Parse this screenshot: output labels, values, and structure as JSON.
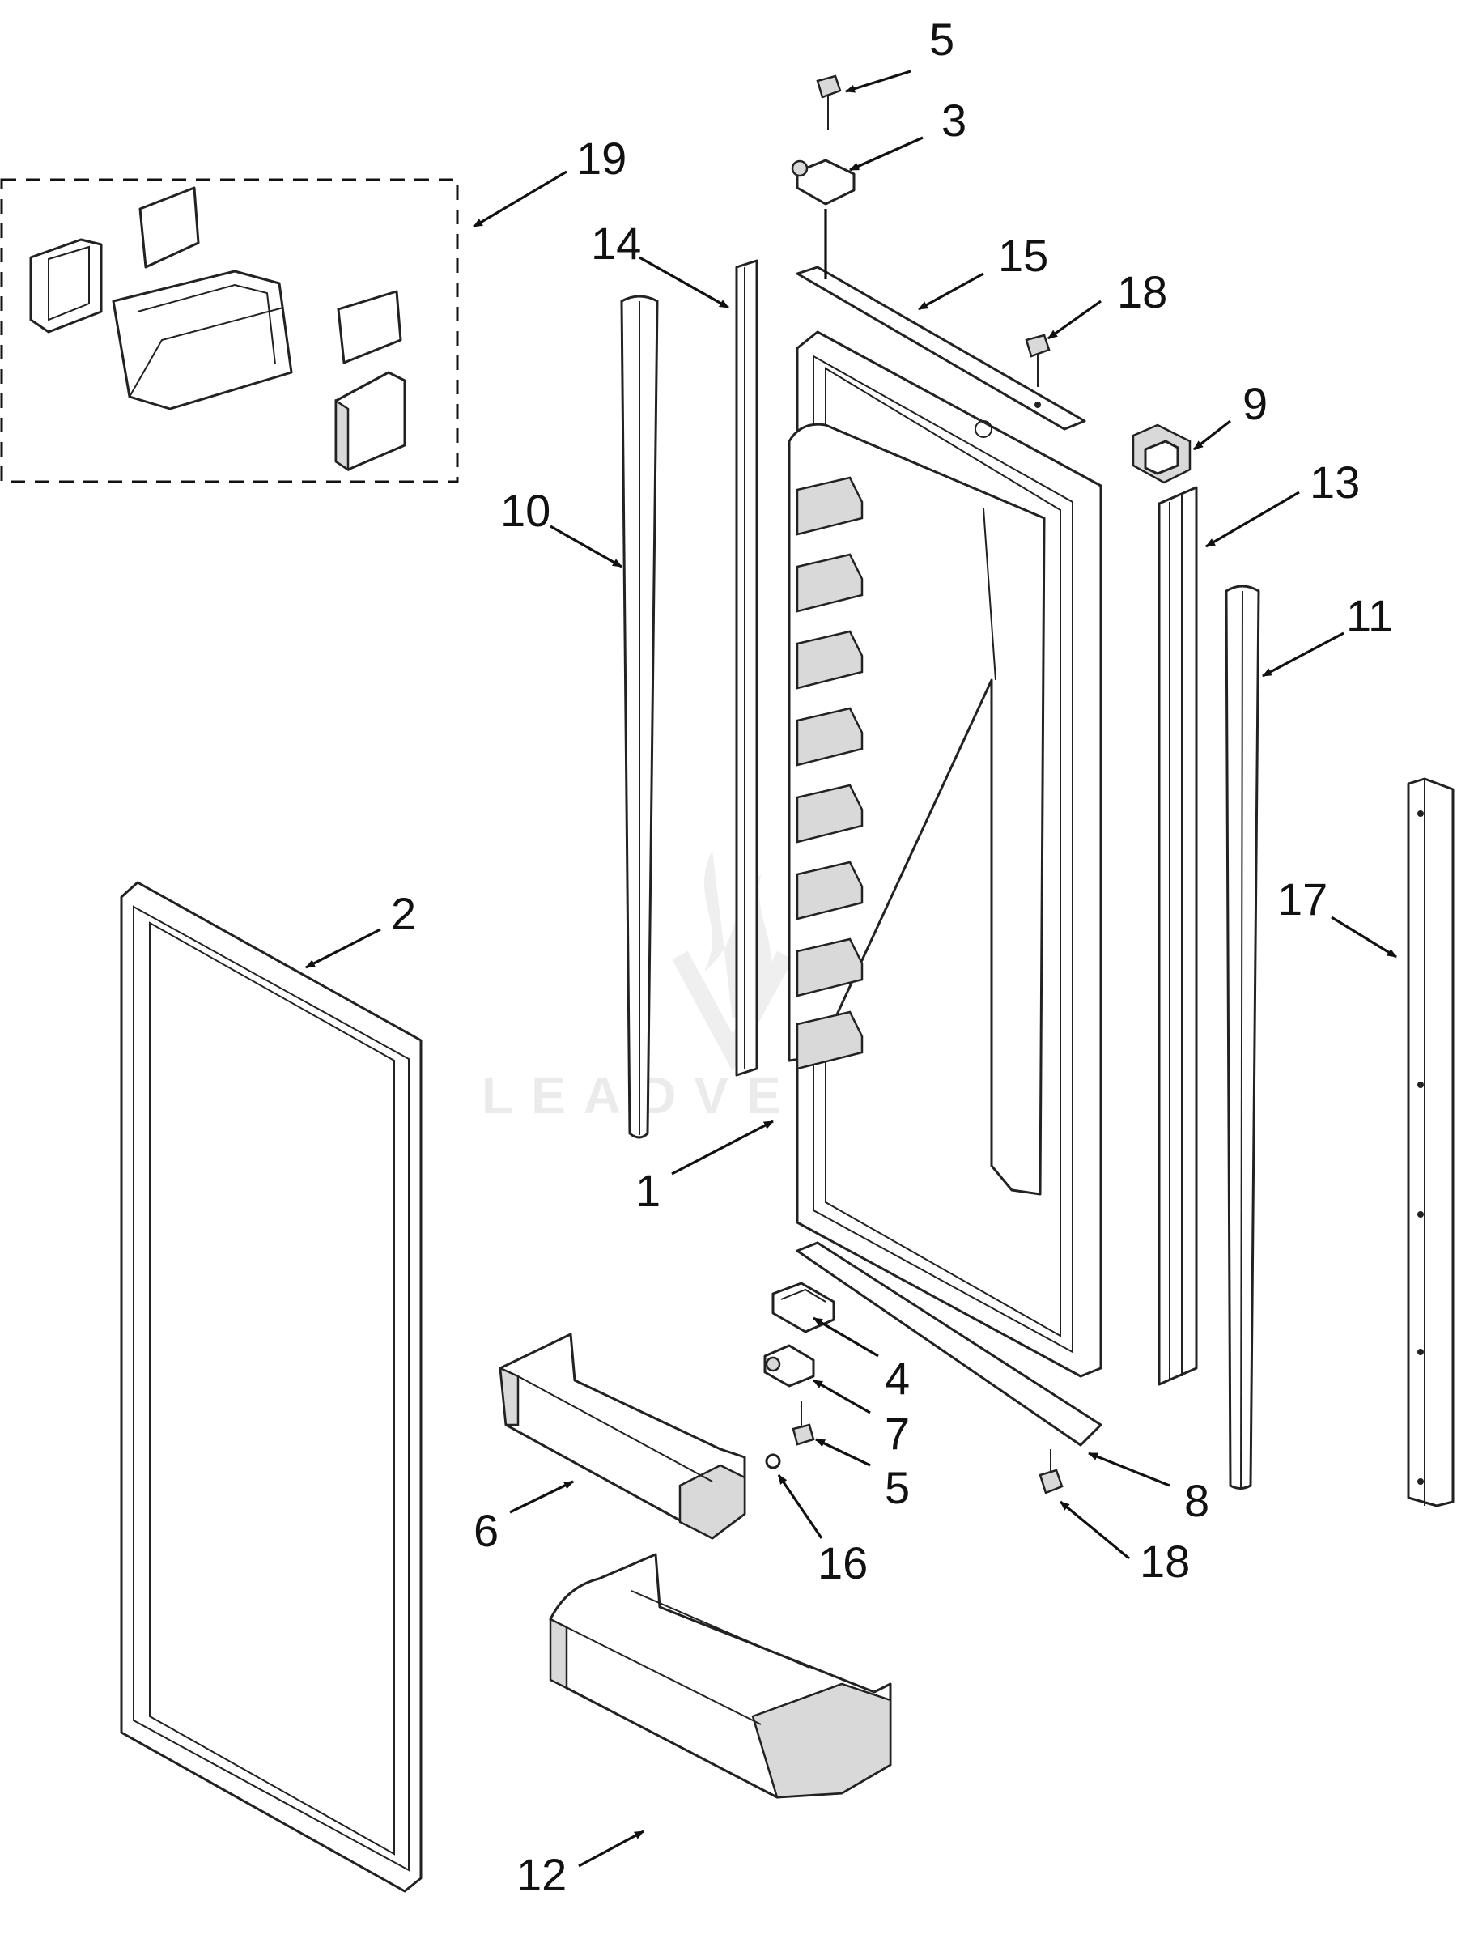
{
  "diagram": {
    "watermark": "LEADVENTURE",
    "callouts": [
      "5",
      "3",
      "19",
      "14",
      "15",
      "18",
      "9",
      "10",
      "13",
      "11",
      "2",
      "17",
      "1",
      "4",
      "7",
      "5",
      "8",
      "6",
      "16",
      "18",
      "12"
    ]
  }
}
